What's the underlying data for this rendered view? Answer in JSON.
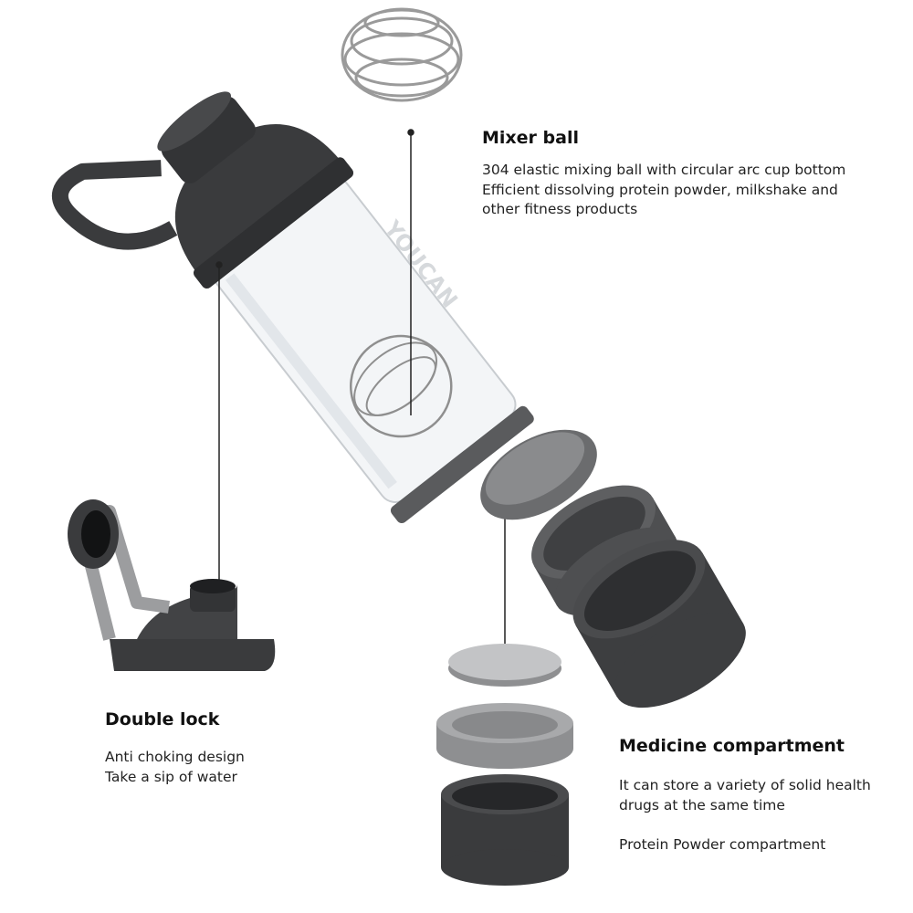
{
  "brand": "YOUCAN",
  "callouts": {
    "mixer": {
      "title": "Mixer ball",
      "lines": [
        "304 elastic mixing ball with circular arc cup bottom",
        "Efficient dissolving protein powder, milkshake and",
        "other fitness products"
      ]
    },
    "lock": {
      "title": "Double lock",
      "lines": [
        "Anti choking design",
        "Take a sip of water"
      ]
    },
    "medicine": {
      "title": "Medicine compartment",
      "lines": [
        "It can store a variety of solid health",
        "drugs at the same time"
      ],
      "extra": "Protein Powder compartment"
    }
  },
  "colors": {
    "lid": "#3a3b3d",
    "container": "#5a5b5d",
    "light_gray": "#a8a9ab",
    "bottle": "#eef0f2"
  }
}
